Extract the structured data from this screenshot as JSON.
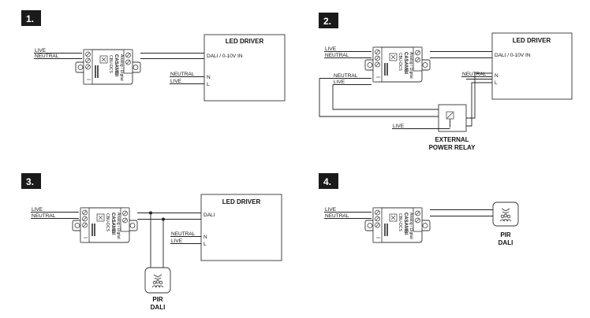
{
  "panels": [
    {
      "number": "1.",
      "labels": {
        "live": "LIVE",
        "neutral": "NEUTRAL",
        "neutral_out": "NEUTRAL",
        "live_out": "LIVE"
      },
      "driver": {
        "title": "LED DRIVER",
        "input": "DALI / 0-10V IN",
        "n": "N",
        "l": "L"
      }
    },
    {
      "number": "2.",
      "labels": {
        "live": "LIVE",
        "neutral": "NEUTRAL",
        "neutral_mid": "NEUTRAL",
        "live_mid": "LIVE",
        "neutral_out": "NEUTRAL",
        "live_relay": "LIVE"
      },
      "driver": {
        "title": "LED DRIVER",
        "input": "DALI / 0-10V IN",
        "n": "N",
        "l": "L"
      },
      "relay_caption": [
        "EXTERNAL",
        "POWER RELAY"
      ]
    },
    {
      "number": "3.",
      "labels": {
        "live": "LIVE",
        "neutral": "NEUTRAL",
        "neutral_out": "NEUTRAL",
        "live_out": "LIVE"
      },
      "driver": {
        "title": "LED DRIVER",
        "input": "DALI",
        "n": "N",
        "l": "L"
      },
      "sensor_caption": [
        "PIR",
        "DALI"
      ]
    },
    {
      "number": "4.",
      "labels": {
        "live": "LIVE",
        "neutral": "NEUTRAL"
      },
      "sensor_caption": [
        "PIR",
        "DALI"
      ]
    }
  ],
  "module": {
    "brand": "CASAMBI",
    "model": "CBU-DCS",
    "sub": "Casambi Ready",
    "rating": "Analog / Digital",
    "pm": "- +"
  },
  "colors": {
    "badge": "#1a1a1a",
    "line": "#222222"
  }
}
